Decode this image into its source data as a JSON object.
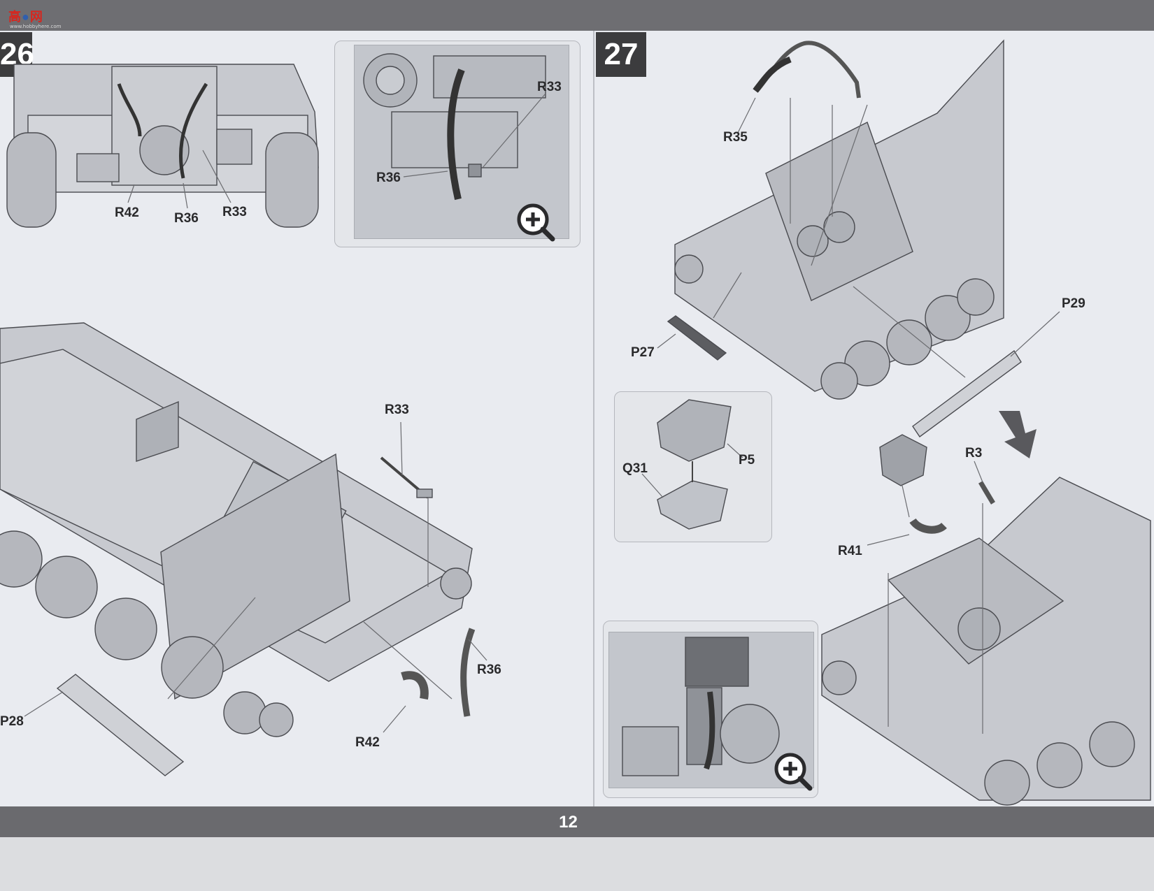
{
  "logo": {
    "text_a": "高",
    "text_b": "网",
    "sub": "www.hobbyhere.com"
  },
  "steps": [
    {
      "number": "26"
    },
    {
      "number": "27"
    }
  ],
  "callouts": {
    "s26_top_r42": "R42",
    "s26_top_r36": "R36",
    "s26_top_r33": "R33",
    "s26_inset_r33": "R33",
    "s26_inset_r36": "R36",
    "s26_main_r33": "R33",
    "s26_main_r36": "R36",
    "s26_main_r42": "R42",
    "s26_main_p28": "P28",
    "s27_r35": "R35",
    "s27_p29": "P29",
    "s27_p27": "P27",
    "s27_p5": "P5",
    "s27_q31": "Q31",
    "s27_r3": "R3",
    "s27_r41": "R41"
  },
  "icons": [
    "zoom-in-icon",
    "zoom-in-icon",
    "down-arrow-icon"
  ],
  "page_number": "12",
  "colors": {
    "band": "#6e6e72",
    "badge": "#3c3c3e",
    "paper": "#e9ebf0"
  }
}
